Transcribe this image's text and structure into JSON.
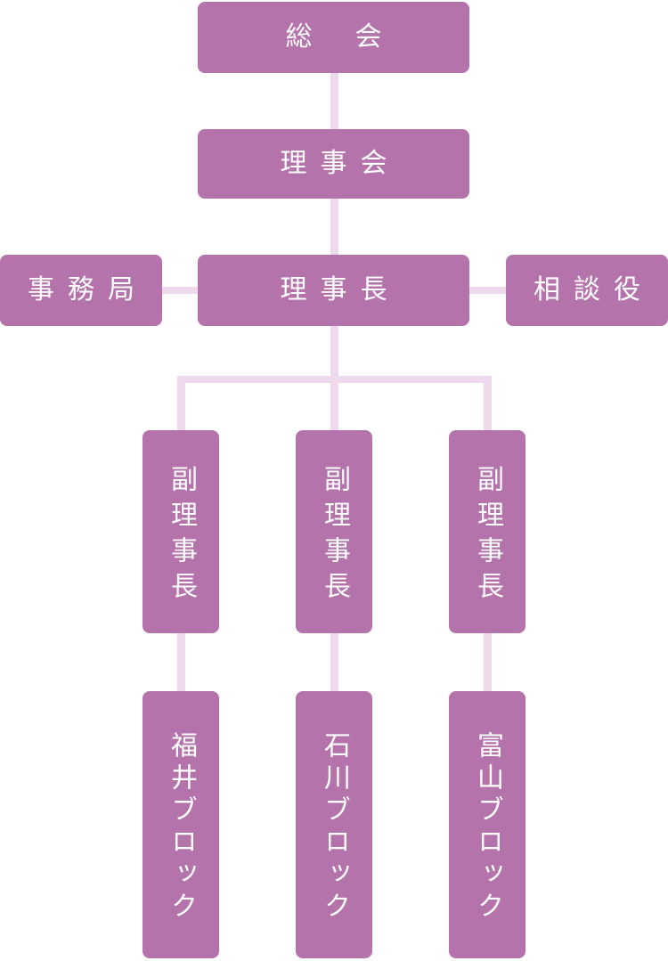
{
  "diagram": {
    "type": "org-chart",
    "colors": {
      "box": "#b573ac",
      "connector": "#eedaec",
      "text": "#ffffff",
      "background": "#ffffff"
    },
    "nodes": {
      "soukai": "総　会",
      "rijikai": "理事会",
      "jimukyoku": "事務局",
      "rijichou": "理事長",
      "soudanyaku": "相談役",
      "fuku_left": "副理事長",
      "fuku_center": "副理事長",
      "fuku_right": "副理事長",
      "block_left": "福井ブロック",
      "block_center": "石川ブロック",
      "block_right": "富山ブロック"
    },
    "edges": [
      {
        "from": "soukai",
        "to": "rijikai"
      },
      {
        "from": "rijikai",
        "to": "rijichou"
      },
      {
        "from": "jimukyoku",
        "to": "rijichou"
      },
      {
        "from": "rijichou",
        "to": "soudanyaku"
      },
      {
        "from": "rijichou",
        "to": "fuku_left"
      },
      {
        "from": "rijichou",
        "to": "fuku_center"
      },
      {
        "from": "rijichou",
        "to": "fuku_right"
      },
      {
        "from": "fuku_left",
        "to": "block_left"
      },
      {
        "from": "fuku_center",
        "to": "block_center"
      },
      {
        "from": "fuku_right",
        "to": "block_right"
      }
    ]
  }
}
